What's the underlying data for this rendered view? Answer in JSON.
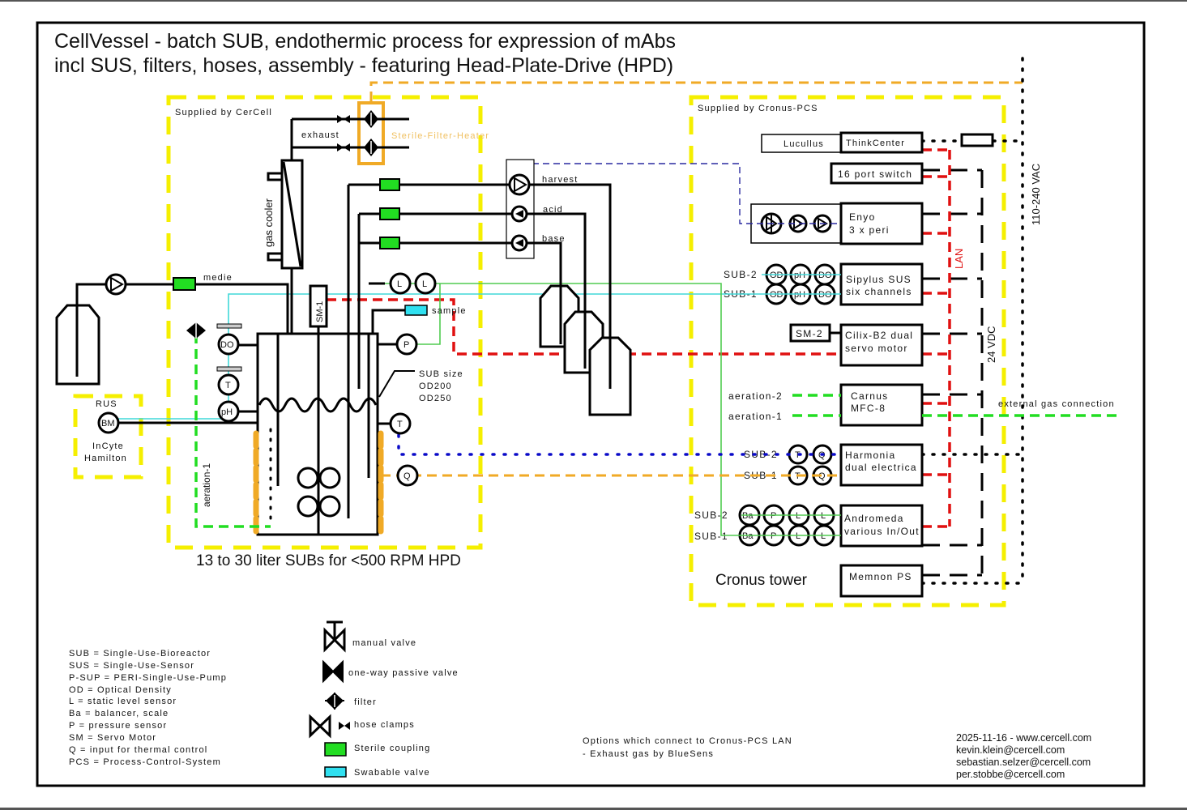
{
  "title": {
    "line1": "CellVessel - batch SUB, endothermic process for expression of mAbs",
    "line2": "incl SUS, filters, hoses, assembly - featuring Head-Plate-Drive (HPD)"
  },
  "colors": {
    "supply_boundary": "#f5ef00",
    "lan": "#e01010",
    "aeration_gas": "#22dd22",
    "heater": "#f0aa26",
    "thermal_sub2": "#0a0ac8",
    "sterile_coupling": "#22dd22",
    "swabable_valve": "#30e0f0",
    "sensor_link_cyan": "#40d8d8",
    "sensor_link_green": "#50cc50"
  },
  "cercell": {
    "header": "Supplied by CerCell",
    "exhaust_label": "exhaust",
    "sterile_filter_heater": "Sterile-Filter-Heater",
    "gas_cooler": "gas cooler",
    "medie": "medie",
    "sample": "sample",
    "servo": "SM-1",
    "harvest": "harvest",
    "acid": "acid",
    "base": "base",
    "sub_size": [
      "SUB size",
      "OD200",
      "OD250"
    ],
    "aeration_1": "aeration-1",
    "footer": "13 to 30 liter SUBs for <500 RPM HPD",
    "sensors": {
      "do": "DO",
      "t": "T",
      "ph": "pH",
      "p": "P",
      "l": "L",
      "q": "Q"
    }
  },
  "rus": {
    "label": "RUS",
    "sensor": "BM",
    "vendor_line1": "InCyte",
    "vendor_line2": "Hamilton"
  },
  "cronus": {
    "header": "Supplied by Cronus-PCS",
    "tower_label": "Cronus tower",
    "lan_label": "LAN",
    "dc_label": "24 VDC",
    "ac_label": "110-240 VAC",
    "external_gas": "external gas connection",
    "units": {
      "lucullus": "Lucullus",
      "thinkcenter": "ThinkCenter",
      "switch": "16 port switch",
      "enyo": [
        "Enyo",
        "3 x peri"
      ],
      "sipylus": [
        "Sipylus SUS",
        "six channels"
      ],
      "cilix": [
        "Cilix-B2 dual",
        "servo motor"
      ],
      "carnus": [
        "Carnus",
        "MFC-8"
      ],
      "harmonia": [
        "Harmonia",
        "dual electrica"
      ],
      "andromeda": [
        "Andromeda",
        "various In/Out"
      ],
      "memnon": "Memnon PS"
    },
    "sm2": "SM-2",
    "sub1": "SUB-1",
    "sub2": "SUB-2",
    "aeration_1": "aeration-1",
    "aeration_2": "aeration-2",
    "sipylus_sensors": [
      "OD",
      "pH",
      "DO"
    ],
    "harmonia_sensors": [
      "T",
      "Q"
    ],
    "andromeda_sensors": [
      "Ba",
      "P",
      "L",
      "L"
    ]
  },
  "abbreviations": [
    "SUB = Single-Use-Bioreactor",
    "SUS = Single-Use-Sensor",
    "P-SUP = PERI-Single-Use-Pump",
    "OD = Optical Density",
    "L = static level sensor",
    "Ba = balancer, scale",
    "P = pressure sensor",
    "SM = Servo Motor",
    "Q = input for thermal control",
    "PCS = Process-Control-System"
  ],
  "symbol_legend": {
    "manual_valve": "manual valve",
    "one_way_valve": "one-way passive valve",
    "filter": "filter",
    "hose_clamps": "hose clamps",
    "sterile_coupling": "Sterile coupling",
    "swabable_valve": "Swabable valve"
  },
  "options": {
    "line1": "Options which connect to Cronus-PCS LAN",
    "line2": "- Exhaust gas by BlueSens"
  },
  "contact": {
    "line1": "2025-11-16 - www.cercell.com",
    "line2": "kevin.klein@cercell.com",
    "line3": "sebastian.selzer@cercell.com",
    "line4": "per.stobbe@cercell.com"
  }
}
